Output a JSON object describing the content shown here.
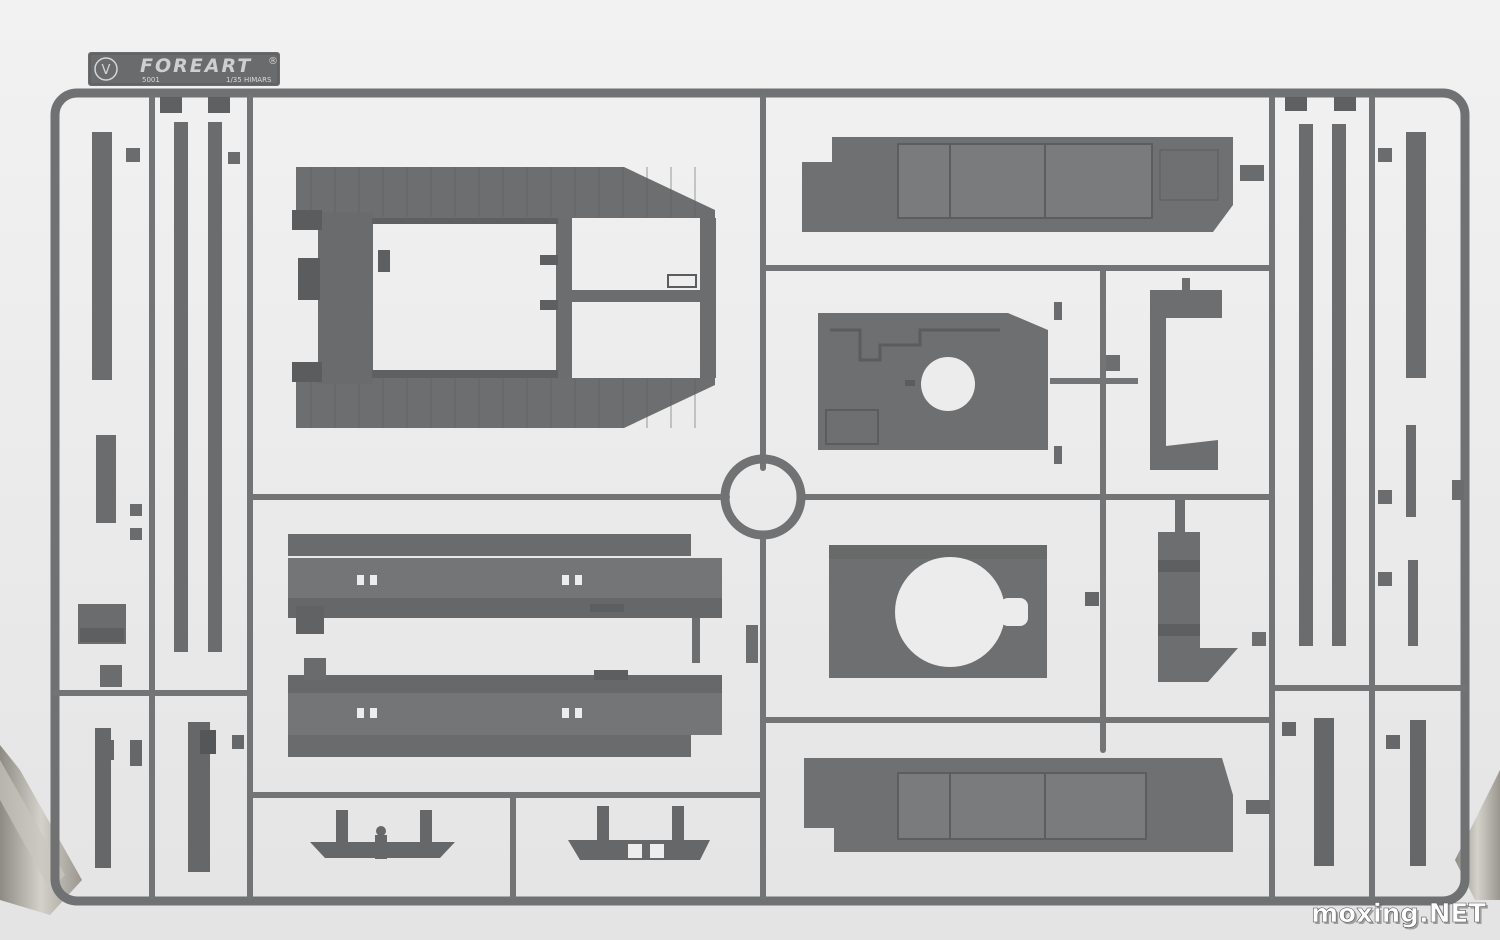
{
  "photo": {
    "subject": "plastic model kit sprue",
    "colors": {
      "background": "#ececec",
      "plastic": "#6f7071",
      "plastic_dark": "#555657",
      "plastic_light": "#8a8b8c",
      "metal_clamp": "#b9b6b0"
    }
  },
  "tag": {
    "brand": "FOREART",
    "registered": "®",
    "code": "5001",
    "model": "1/35 HIMARS",
    "logo": "V"
  },
  "watermark": {
    "text": "moxing.NET"
  }
}
